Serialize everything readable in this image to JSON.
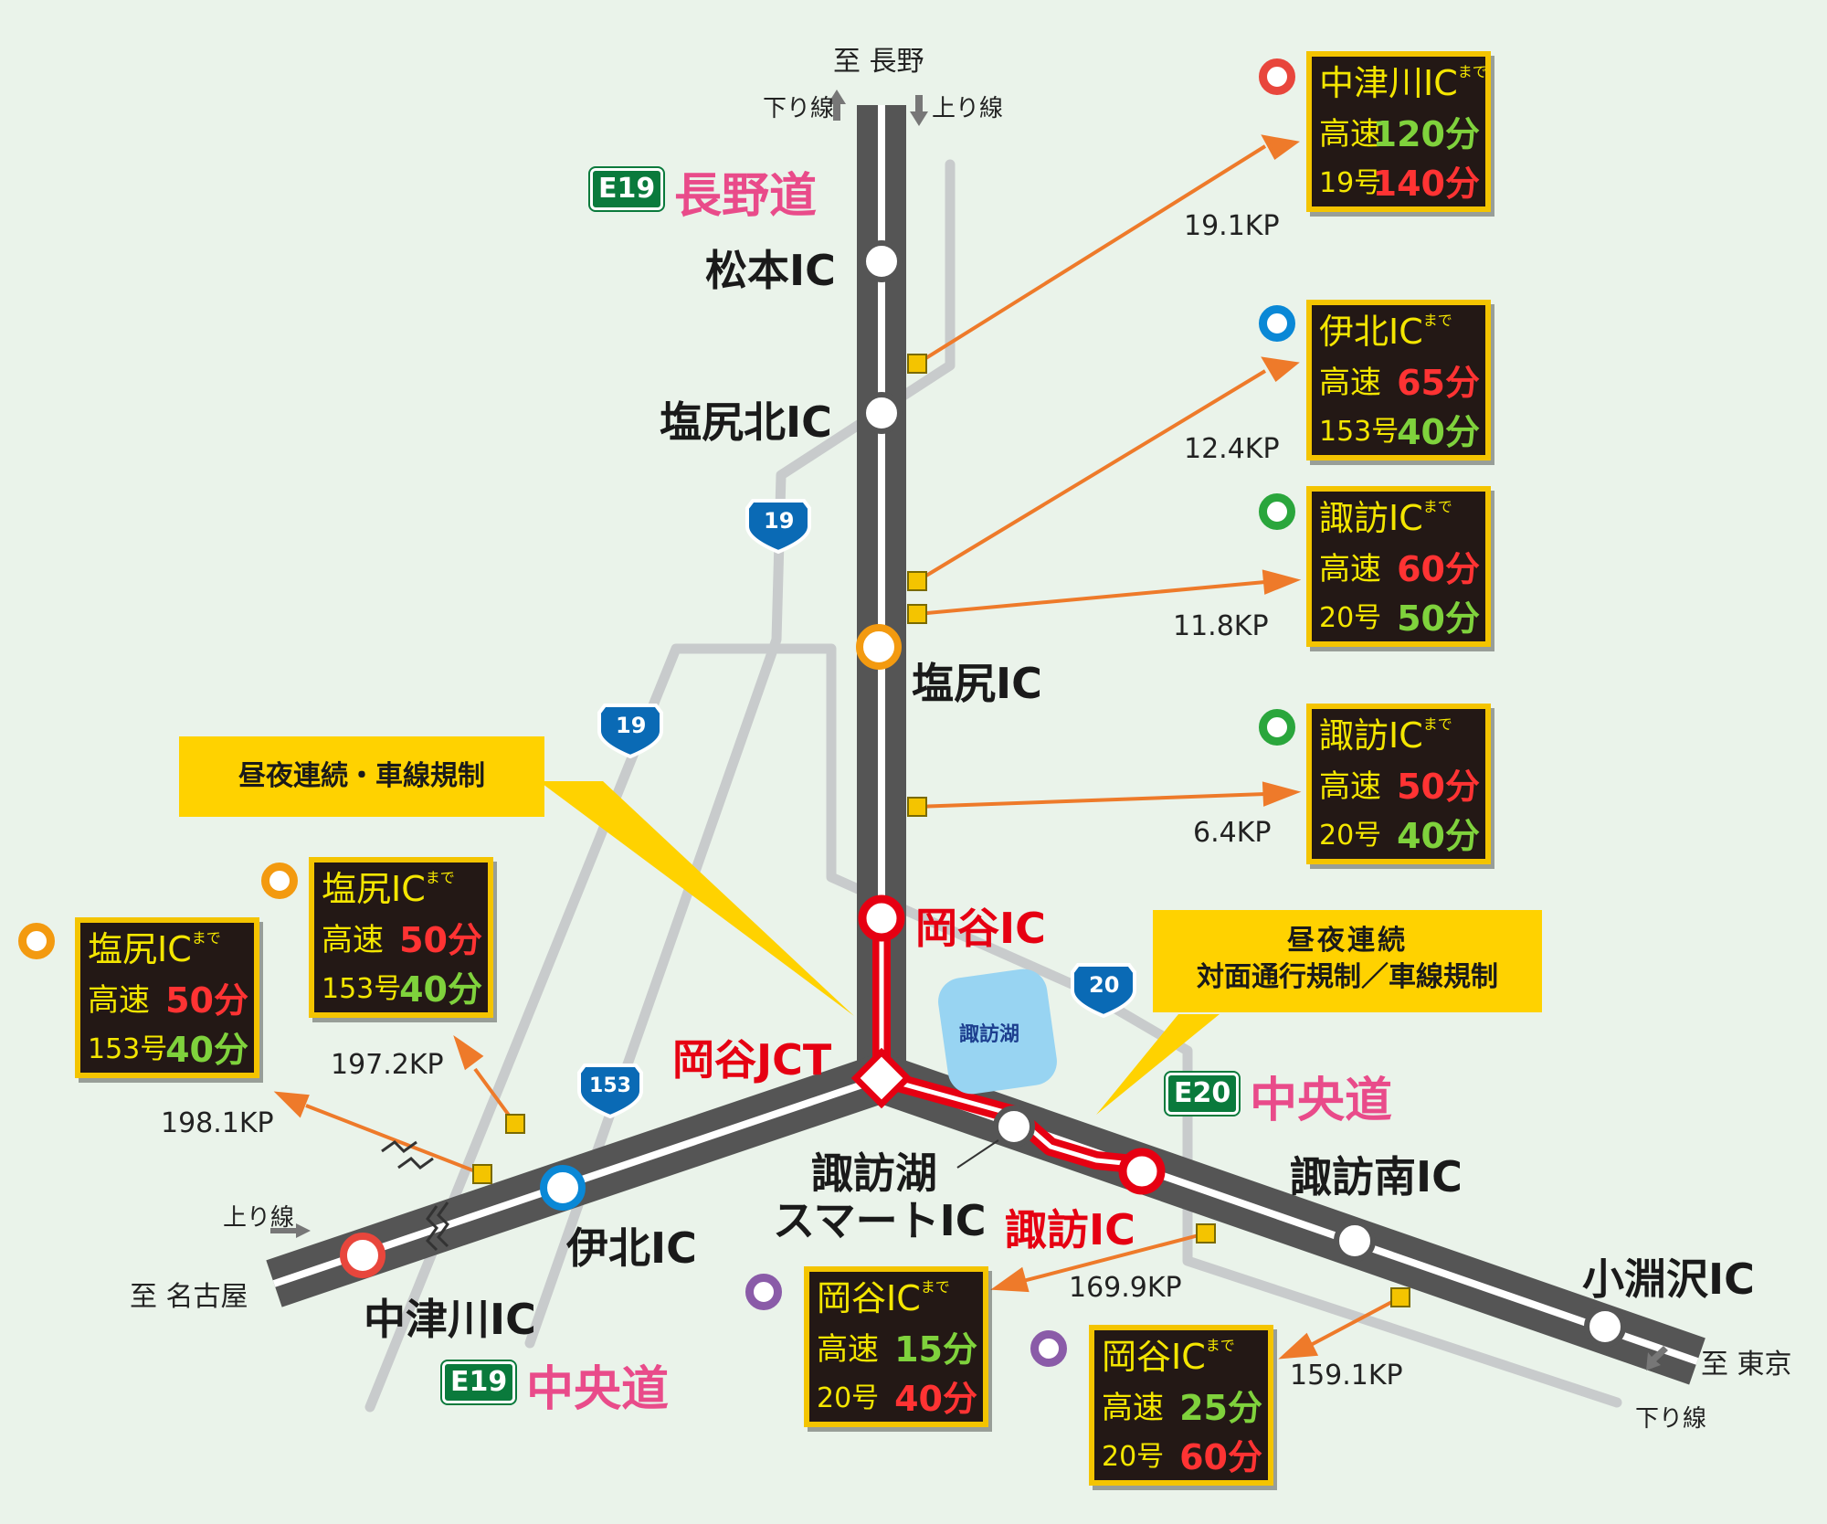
{
  "directions": {
    "to_nagano": "至 長野",
    "to_nagoya": "至 名古屋",
    "to_tokyo": "至 東京",
    "down_line": "下り線",
    "up_line": "上り線"
  },
  "roads": {
    "e19_top": {
      "shield": "E19",
      "name": "長野道"
    },
    "e20": {
      "shield": "E20",
      "name": "中央道"
    },
    "e19_bottom": {
      "shield": "E19",
      "name": "中央道"
    },
    "route19": "19",
    "route153": "153",
    "route20": "20"
  },
  "interchanges": {
    "matsumoto": "松本IC",
    "shiojirikita": "塩尻北IC",
    "shiojiri": "塩尻IC",
    "okaya": "岡谷IC",
    "okaya_jct": "岡谷JCT",
    "suwako_smart_1": "諏訪湖",
    "suwako_smart_2": "スマートIC",
    "suwa": "諏訪IC",
    "suwaminami": "諏訪南IC",
    "kobuchizawa": "小淵沢IC",
    "ina_kita": "伊北IC",
    "nakatsugawa": "中津川IC"
  },
  "lake": "諏訪湖",
  "callouts": {
    "nagano": "昼夜連続・車線規制",
    "chuo_line1": "昼夜連続",
    "chuo_line2": "対面通行規制／車線規制"
  },
  "made": "まで",
  "signs": [
    {
      "dest": "中津川IC",
      "kp": "19.1KP",
      "marker_color": "#e8463c",
      "rows": [
        {
          "label": "高速",
          "value": "120分",
          "color": "green"
        },
        {
          "label": "19号",
          "value": "140分",
          "color": "red"
        }
      ]
    },
    {
      "dest": "伊北IC",
      "kp": "12.4KP",
      "marker_color": "#0a88d6",
      "rows": [
        {
          "label": "高速",
          "value": "65分",
          "color": "red"
        },
        {
          "label": "153号",
          "value": "40分",
          "color": "green"
        }
      ]
    },
    {
      "dest": "諏訪IC",
      "kp": "11.8KP",
      "marker_color": "#2aa63c",
      "rows": [
        {
          "label": "高速",
          "value": "60分",
          "color": "red"
        },
        {
          "label": "20号",
          "value": "50分",
          "color": "green"
        }
      ]
    },
    {
      "dest": "諏訪IC",
      "kp": "6.4KP",
      "marker_color": "#2aa63c",
      "rows": [
        {
          "label": "高速",
          "value": "50分",
          "color": "red"
        },
        {
          "label": "20号",
          "value": "40分",
          "color": "green"
        }
      ]
    },
    {
      "dest": "塩尻IC",
      "kp": "197.2KP",
      "marker_color": "#f39a10",
      "rows": [
        {
          "label": "高速",
          "value": "50分",
          "color": "red"
        },
        {
          "label": "153号",
          "value": "40分",
          "color": "green"
        }
      ]
    },
    {
      "dest": "塩尻IC",
      "kp": "198.1KP",
      "marker_color": "#f39a10",
      "rows": [
        {
          "label": "高速",
          "value": "50分",
          "color": "red"
        },
        {
          "label": "153号",
          "value": "40分",
          "color": "green"
        }
      ]
    },
    {
      "dest": "岡谷IC",
      "kp": "169.9KP",
      "marker_color": "#8a5ba8",
      "rows": [
        {
          "label": "高速",
          "value": "15分",
          "color": "green"
        },
        {
          "label": "20号",
          "value": "40分",
          "color": "red"
        }
      ]
    },
    {
      "dest": "岡谷IC",
      "kp": "159.1KP",
      "marker_color": "#8a5ba8",
      "rows": [
        {
          "label": "高速",
          "value": "25分",
          "color": "green"
        },
        {
          "label": "20号",
          "value": "60分",
          "color": "red"
        }
      ]
    }
  ]
}
